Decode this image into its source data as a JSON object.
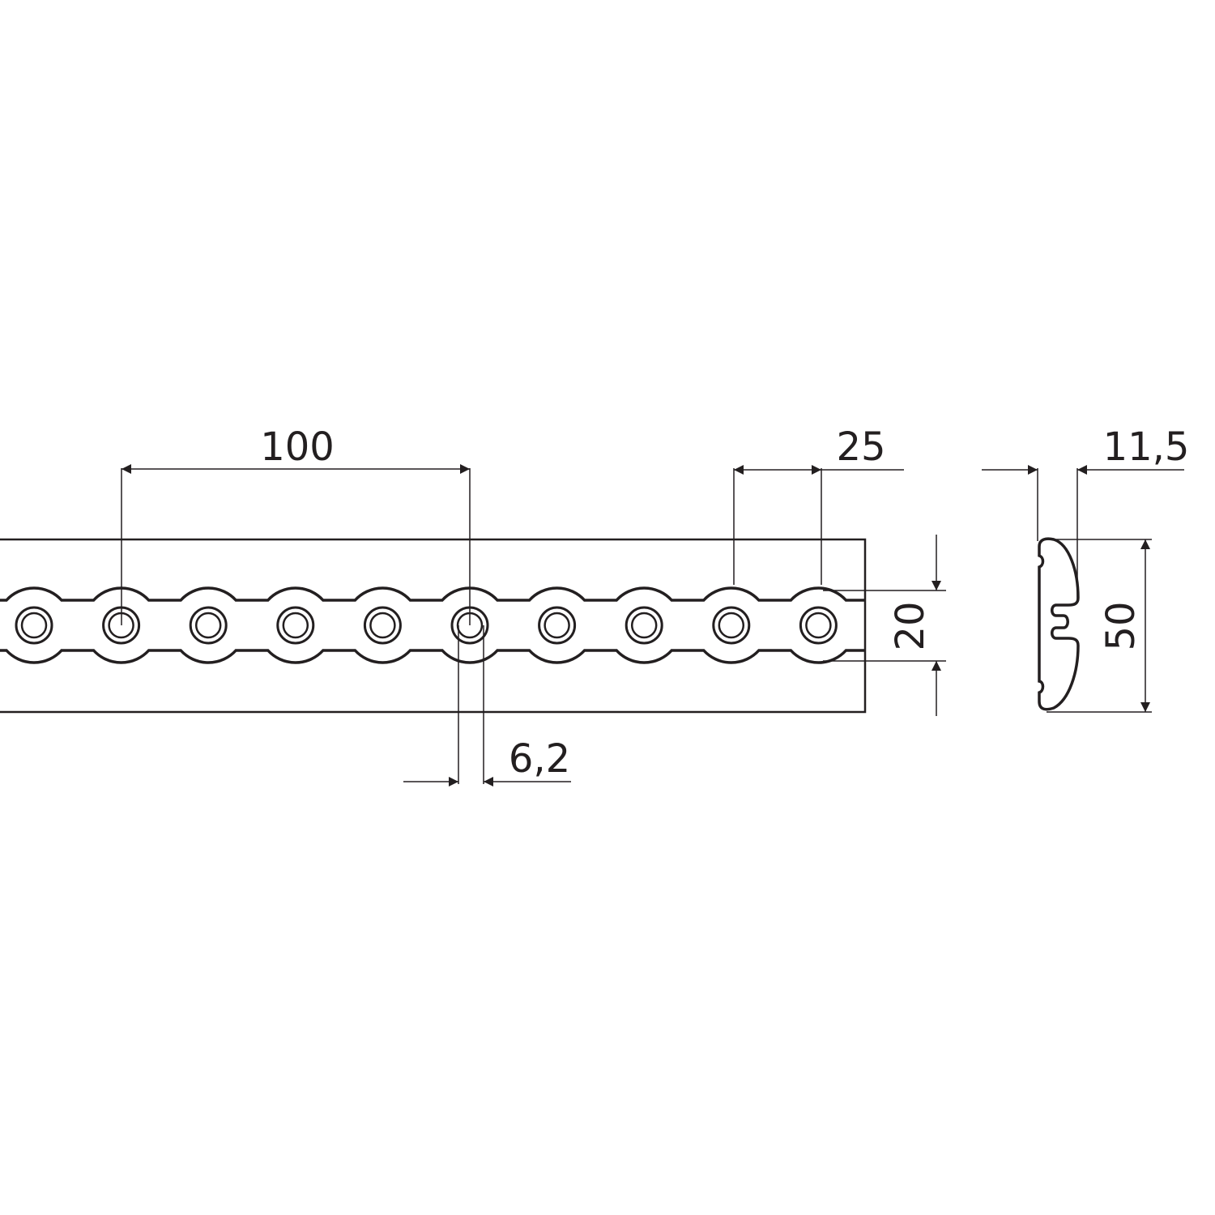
{
  "drawing": {
    "stroke_color": "#231f20",
    "background": "#ffffff",
    "rail": {
      "slot_count": 10
    },
    "dimensions": {
      "pitch_100": "100",
      "pitch_25": "25",
      "slot_width_20": "20",
      "hole_diameter_6_2": "6,2",
      "profile_height_11_5": "11,5",
      "profile_width_50": "50"
    }
  }
}
